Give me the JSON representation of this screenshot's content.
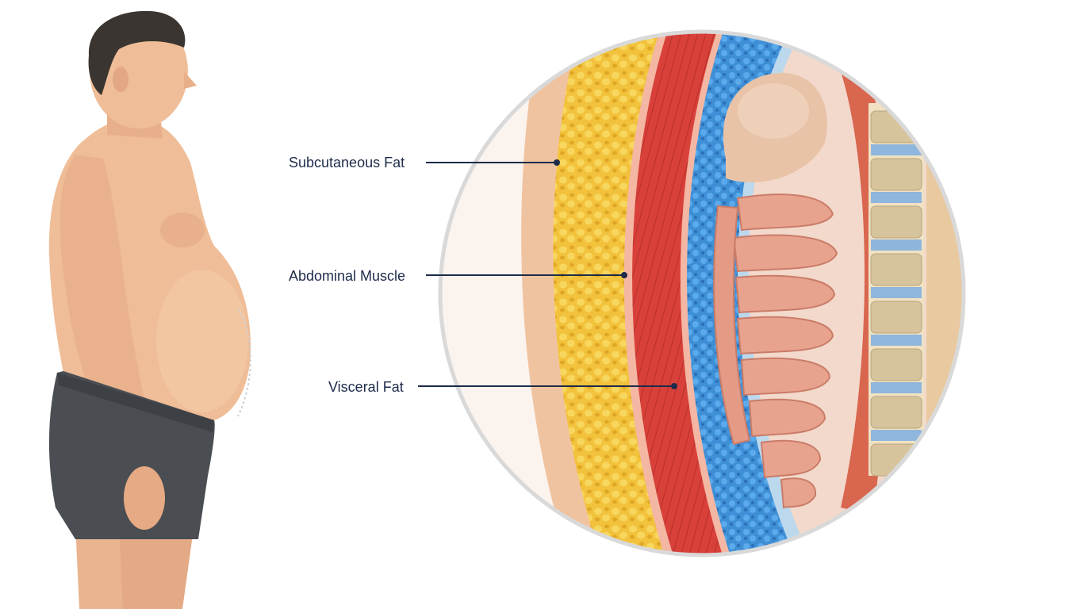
{
  "labels": {
    "subcutaneous_fat": "Subcutaneous Fat",
    "abdominal_muscle": "Abdominal Muscle",
    "visceral_fat": "Visceral Fat"
  },
  "colors": {
    "skin": "#f0c3a0",
    "subcutaneous_fat": "#f2c23c",
    "abdominal_muscle": "#d8413a",
    "visceral_fat": "#3f8fd6",
    "intestine": "#e8a38e",
    "spine": "#f0e2c2",
    "leader_line": "#1d2b4a",
    "circle_border": "#d9d9d9",
    "shorts": "#4a4e52"
  },
  "icons": {
    "figure": "man-profile-illustration",
    "crosssection": "abdominal-cross-section-magnifier"
  }
}
